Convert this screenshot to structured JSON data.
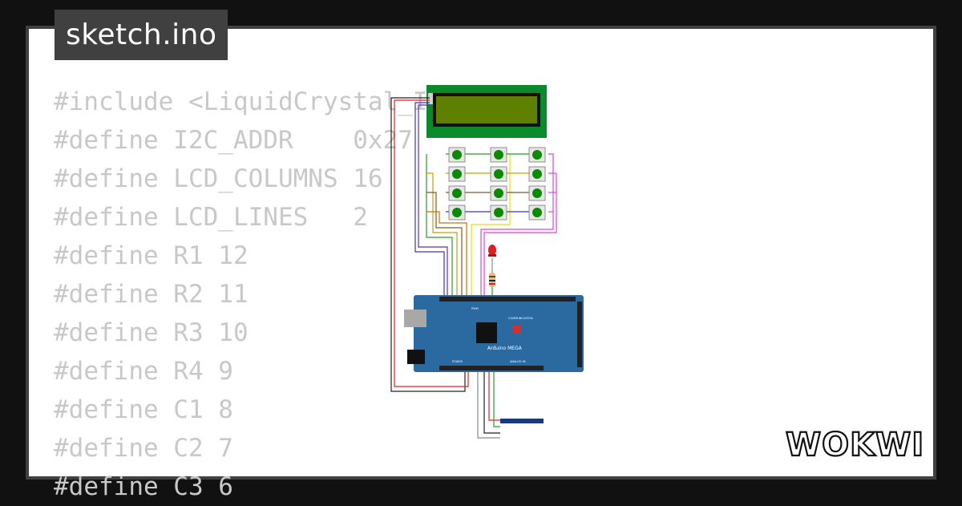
{
  "header": {
    "filename": "sketch.ino"
  },
  "code_lines": [
    "#include <LiquidCrystal_I2C.h>",
    "#define I2C_ADDR    0x27",
    "#define LCD_COLUMNS 16",
    "#define LCD_LINES   2",
    "#define R1 12",
    "#define R2 11",
    "#define R3 10",
    "#define R4 9",
    "#define C1 8",
    "#define C2 7",
    "#define C3 6"
  ],
  "board": {
    "label": "Arduino MEGA",
    "power_label": "POWER",
    "analog_label": "ANALOG IN",
    "comm_label": "COMMUNICATION",
    "pwm_label": "PWM"
  },
  "brand": {
    "name": "WOKWI"
  },
  "colors": {
    "background": "#111111",
    "frame": "#404040",
    "card": "#ffffff",
    "code_text": "#c8c8c8",
    "lcd_body": "#0b8a2c",
    "lcd_screen": "#5f7f00",
    "board": "#2a6aa0",
    "button": "#0b8a00"
  }
}
